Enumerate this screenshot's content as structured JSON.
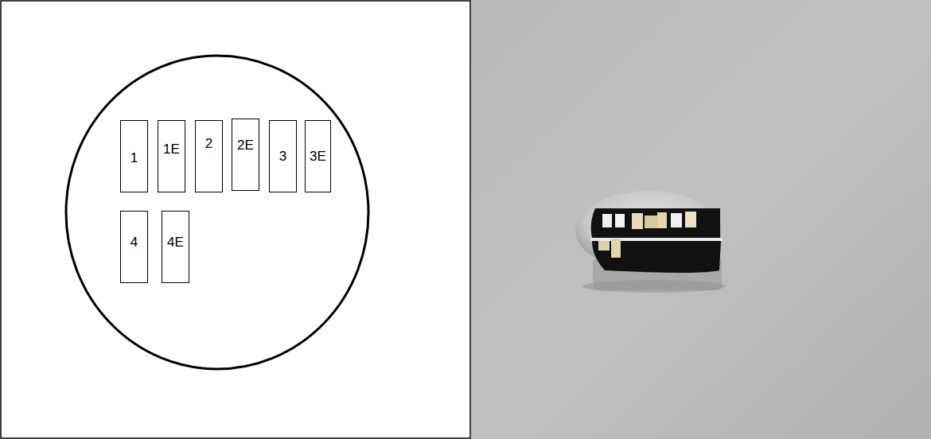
{
  "diagram": {
    "nodes": [
      {
        "text": [
          "1"
        ]
      },
      {
        "text": [
          "1E"
        ]
      },
      {
        "text": [
          "2"
        ]
      },
      {
        "text": [
          "2E"
        ]
      },
      {
        "text": [
          "3"
        ]
      },
      {
        "text": [
          "3E"
        ]
      },
      {
        "text": [
          "4"
        ]
      },
      {
        "text": [
          "4E"
        ]
      }
    ]
  }
}
